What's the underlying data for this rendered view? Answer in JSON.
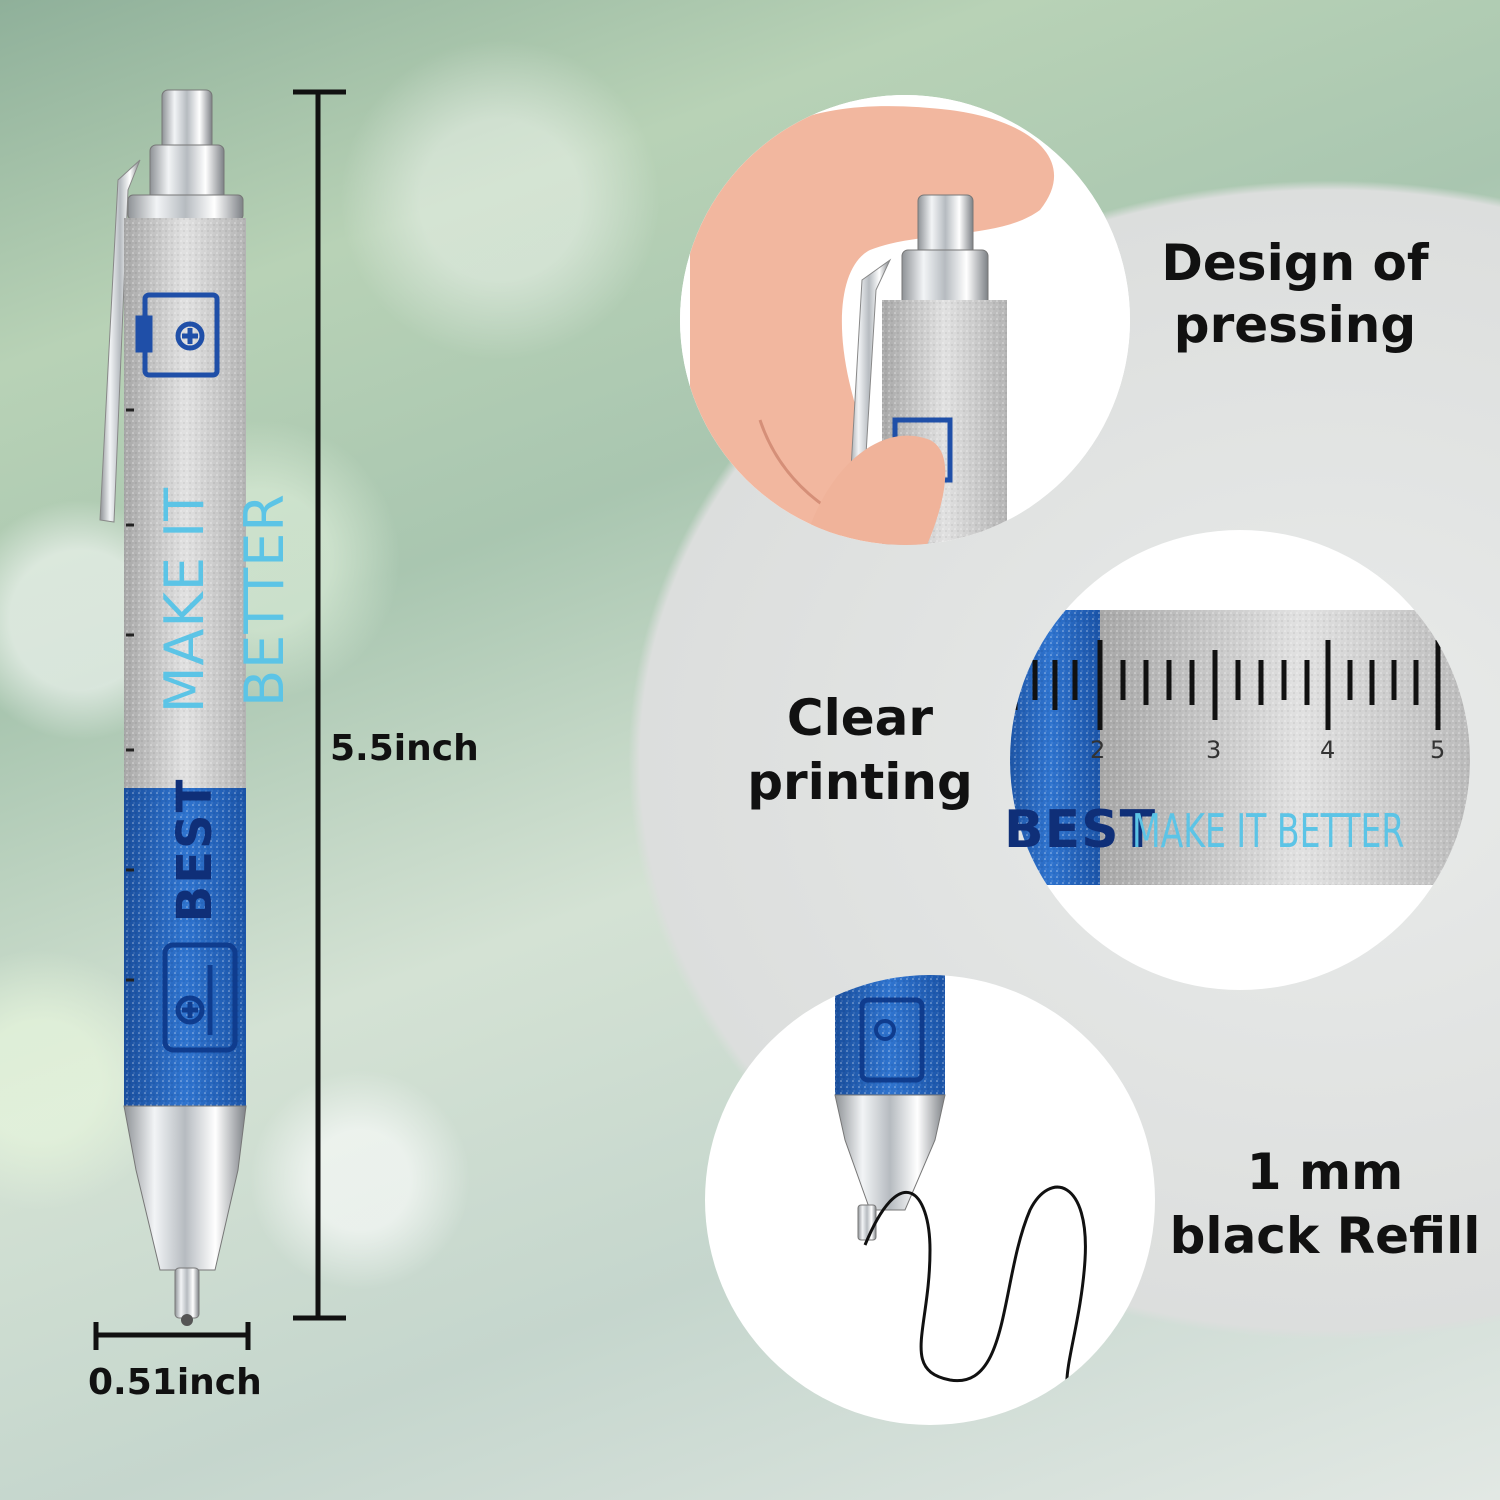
{
  "dimensions": {
    "length_label": "5.5inch",
    "width_label": "0.51inch"
  },
  "pen": {
    "slogan_best": "BEST",
    "slogan_main": "MAKE IT BETTER"
  },
  "features": [
    {
      "line1": "Design of",
      "line2": "pressing"
    },
    {
      "line1": "Clear",
      "line2": "printing"
    },
    {
      "line1": "1 mm",
      "line2": "black Refill"
    }
  ],
  "ruler_numbers": [
    "2",
    "3",
    "4",
    "5"
  ],
  "colors": {
    "silver": "#c9c9c9",
    "blue": "#1f5fb8",
    "light_blue": "#5cc4e6"
  }
}
